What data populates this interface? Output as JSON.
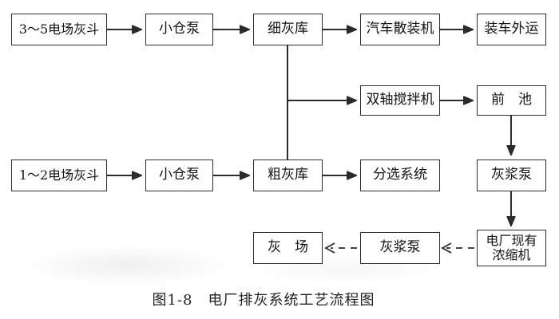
{
  "diagram": {
    "caption": "图1-8　电厂排灰系统工艺流程图",
    "nodes": {
      "hopper35": {
        "label": "3～5电场灰斗"
      },
      "pump_a": {
        "label": "小仓泵"
      },
      "fine_silo": {
        "label": "细灰库"
      },
      "truck_loader": {
        "label": "汽车散装机"
      },
      "load_out": {
        "label": "装车外运"
      },
      "mixer": {
        "label": "双轴搅拌机"
      },
      "front_pool": {
        "label": "前　池"
      },
      "hopper12": {
        "label": "1～2电场灰斗"
      },
      "pump_b": {
        "label": "小仓泵"
      },
      "coarse_silo": {
        "label": "粗灰库"
      },
      "sorting": {
        "label": "分选系统"
      },
      "slurry_pump_right": {
        "label": "灰浆泵"
      },
      "thickener": {
        "label": "电厂现有\n浓缩机"
      },
      "slurry_pump_bottom": {
        "label": "灰浆泵"
      },
      "ash_yard": {
        "label": "灰　场"
      }
    },
    "edges": [
      {
        "from": "hopper35",
        "to": "pump_a",
        "style": "solid-arrow"
      },
      {
        "from": "pump_a",
        "to": "fine_silo",
        "style": "solid-arrow"
      },
      {
        "from": "fine_silo",
        "to": "truck_loader",
        "style": "solid-arrow"
      },
      {
        "from": "truck_loader",
        "to": "load_out",
        "style": "solid-arrow"
      },
      {
        "from": "fine_silo",
        "to": "coarse_silo",
        "style": "solid-line"
      },
      {
        "from": "fine_silo",
        "to": "mixer",
        "style": "solid-arrow"
      },
      {
        "from": "mixer",
        "to": "front_pool",
        "style": "solid-arrow"
      },
      {
        "from": "front_pool",
        "to": "slurry_pump_right",
        "style": "solid-arrow"
      },
      {
        "from": "slurry_pump_right",
        "to": "thickener",
        "style": "solid-arrow"
      },
      {
        "from": "hopper12",
        "to": "pump_b",
        "style": "solid-arrow"
      },
      {
        "from": "pump_b",
        "to": "coarse_silo",
        "style": "solid-arrow"
      },
      {
        "from": "coarse_silo",
        "to": "sorting",
        "style": "solid-arrow"
      },
      {
        "from": "thickener",
        "to": "slurry_pump_bottom",
        "style": "dashed-arrow"
      },
      {
        "from": "slurry_pump_bottom",
        "to": "ash_yard",
        "style": "dashed-arrow"
      }
    ],
    "colors": {
      "line": "#2b2b2b",
      "box_border": "#2e2e2e",
      "background": "#ffffff",
      "text": "#141414"
    }
  }
}
